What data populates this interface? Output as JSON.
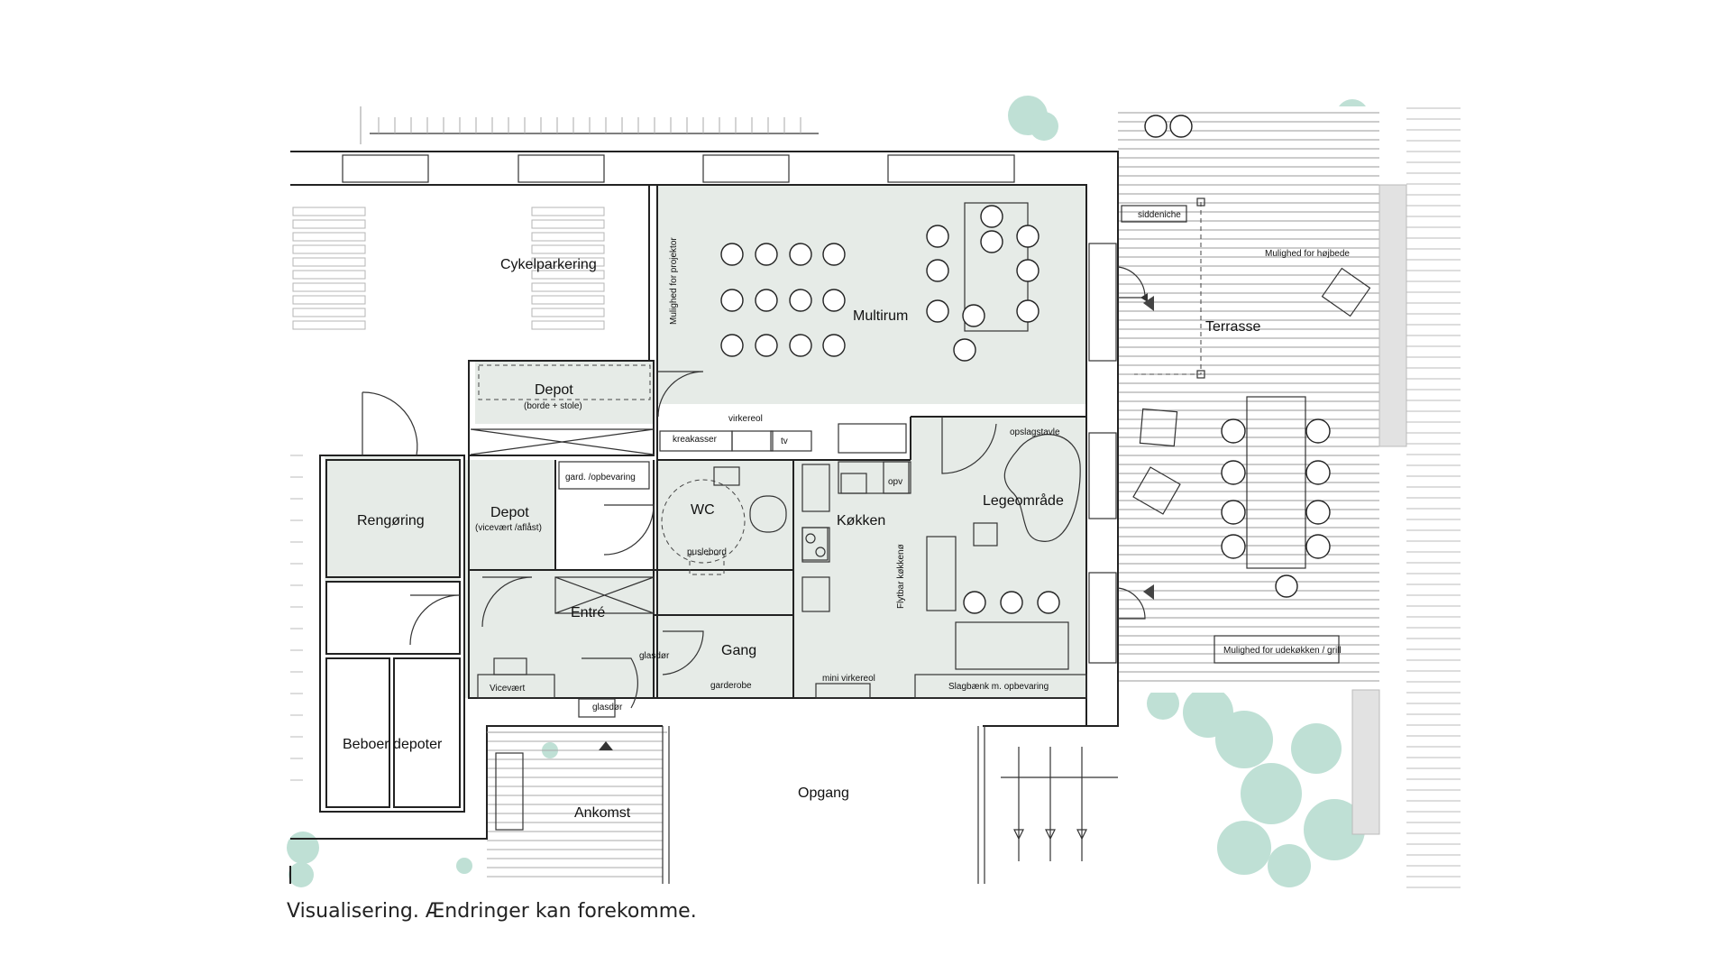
{
  "caption": "Visualisering. Ændringer kan forekomme.",
  "rooms": {
    "cykelparkering": "Cykelparkering",
    "multirum": "Multirum",
    "projektor": "Mulighed for projektor",
    "depot_top": "Depot",
    "depot_top_sub": "(borde + stole)",
    "virkereol": "virkereol",
    "kreakasser": "kreakasser",
    "tv": "tv",
    "opslagstavle": "opslagstavle",
    "legeomraade": "Legeområde",
    "rengoering": "Rengøring",
    "depot_left": "Depot",
    "depot_left_sub": "(vicevært /aflåst)",
    "gard_opbevaring": "gard. /opbevaring",
    "wc": "WC",
    "puslebord": "puslebord",
    "koekken": "Køkken",
    "opv": "opv",
    "flytbar_koekken": "Flytbar køkkenø",
    "entre": "Entré",
    "gang": "Gang",
    "glasdoer_1": "glasdør",
    "glasdoer_2": "glasdør",
    "garderobe": "garderobe",
    "mini_virkereol": "mini virkereol",
    "slagbaenk": "Slagbænk m. opbevaring",
    "vicevaert": "Vicevært",
    "beboer_depoter": "Beboer depoter",
    "ankomst": "Ankomst",
    "opgang": "Opgang",
    "terrasse": "Terrasse",
    "siddeniche": "siddeniche",
    "hoejbede": "Mulighed for højbede",
    "udekoekken": "Mulighed for udekøkken / grill"
  },
  "colors": {
    "room_fill": "#e6ebe7",
    "planting": "#bfe0d5",
    "wall": "#222222"
  }
}
